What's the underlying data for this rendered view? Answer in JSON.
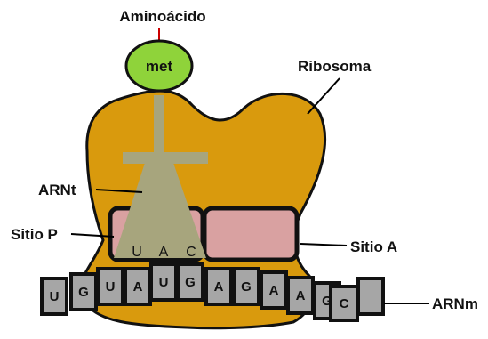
{
  "labels": {
    "aminoacid": "Aminoácido",
    "amino_acid_name": "met",
    "ribosome": "Ribosoma",
    "trna": "ARNt",
    "p_site": "Sitio P",
    "a_site": "Sitio A",
    "mrna": "ARNm"
  },
  "anticodon": [
    "U",
    "A",
    "C"
  ],
  "mrna_bases": [
    "U",
    "G",
    "U",
    "A",
    "U",
    "G",
    "A",
    "G",
    "A",
    "A",
    "G",
    "C",
    ""
  ],
  "colors": {
    "ribosome": "#d99a0d",
    "amino_acid": "#8fd33a",
    "trna": "#a7a57d",
    "site": "#d9a1a1",
    "mrna_block": "#a6a6a6",
    "stem_marker": "#cc0000"
  }
}
